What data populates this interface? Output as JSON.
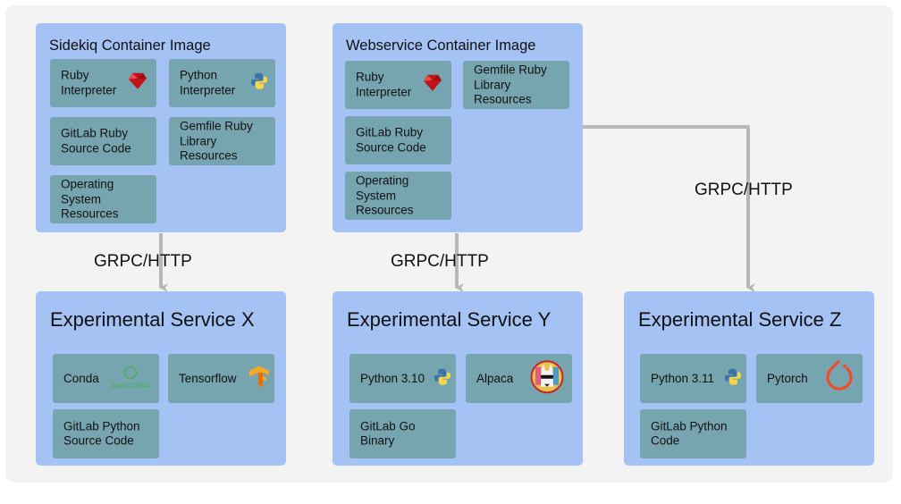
{
  "containers": {
    "sidekiq": {
      "title": "Sidekiq Container Image",
      "items": [
        {
          "label": "Ruby\nInterpreter",
          "icon": "ruby-icon"
        },
        {
          "label": "Python\nInterpreter",
          "icon": "python-icon"
        },
        {
          "label": "GitLab Ruby\nSource Code"
        },
        {
          "label": "Gemfile Ruby\nLibrary\nResources"
        },
        {
          "label": "Operating\nSystem\nResources"
        }
      ]
    },
    "webservice": {
      "title": "Webservice Container Image",
      "items": [
        {
          "label": "Ruby\nInterpreter",
          "icon": "ruby-icon"
        },
        {
          "label": "Gemfile Ruby\nLibrary\nResources"
        },
        {
          "label": "GitLab Ruby\nSource Code"
        },
        {
          "label": "Operating\nSystem\nResources"
        }
      ]
    }
  },
  "services": {
    "x": {
      "title": "Experimental Service X",
      "items": [
        {
          "label": "Conda",
          "icon": "anaconda-icon",
          "icon_text": "ANACONDA"
        },
        {
          "label": "Tensorflow",
          "icon": "tensorflow-icon"
        },
        {
          "label": "GitLab Python\nSource Code"
        }
      ]
    },
    "y": {
      "title": "Experimental Service Y",
      "items": [
        {
          "label": "Python 3.10",
          "icon": "python-icon"
        },
        {
          "label": "Alpaca",
          "icon": "alpaca-icon"
        },
        {
          "label": "GitLab Go\nBinary"
        }
      ]
    },
    "z": {
      "title": "Experimental Service Z",
      "items": [
        {
          "label": "Python 3.11",
          "icon": "python-icon"
        },
        {
          "label": "Pytorch",
          "icon": "pytorch-icon"
        },
        {
          "label": "GitLab Python\nCode"
        }
      ]
    }
  },
  "edges": [
    {
      "from": "Sidekiq Container Image",
      "to": "Experimental Service X",
      "label": "GRPC/HTTP"
    },
    {
      "from": "Webservice Container Image",
      "to": "Experimental Service Y",
      "label": "GRPC/HTTP"
    },
    {
      "from": "Webservice Container Image",
      "to": "Experimental Service Z",
      "label": "GRPC/HTTP"
    }
  ],
  "colors": {
    "canvas": "#f3f3f3",
    "container": "#a4c2f4",
    "box": "#76a5af",
    "arrow": "#b7b7b7"
  }
}
